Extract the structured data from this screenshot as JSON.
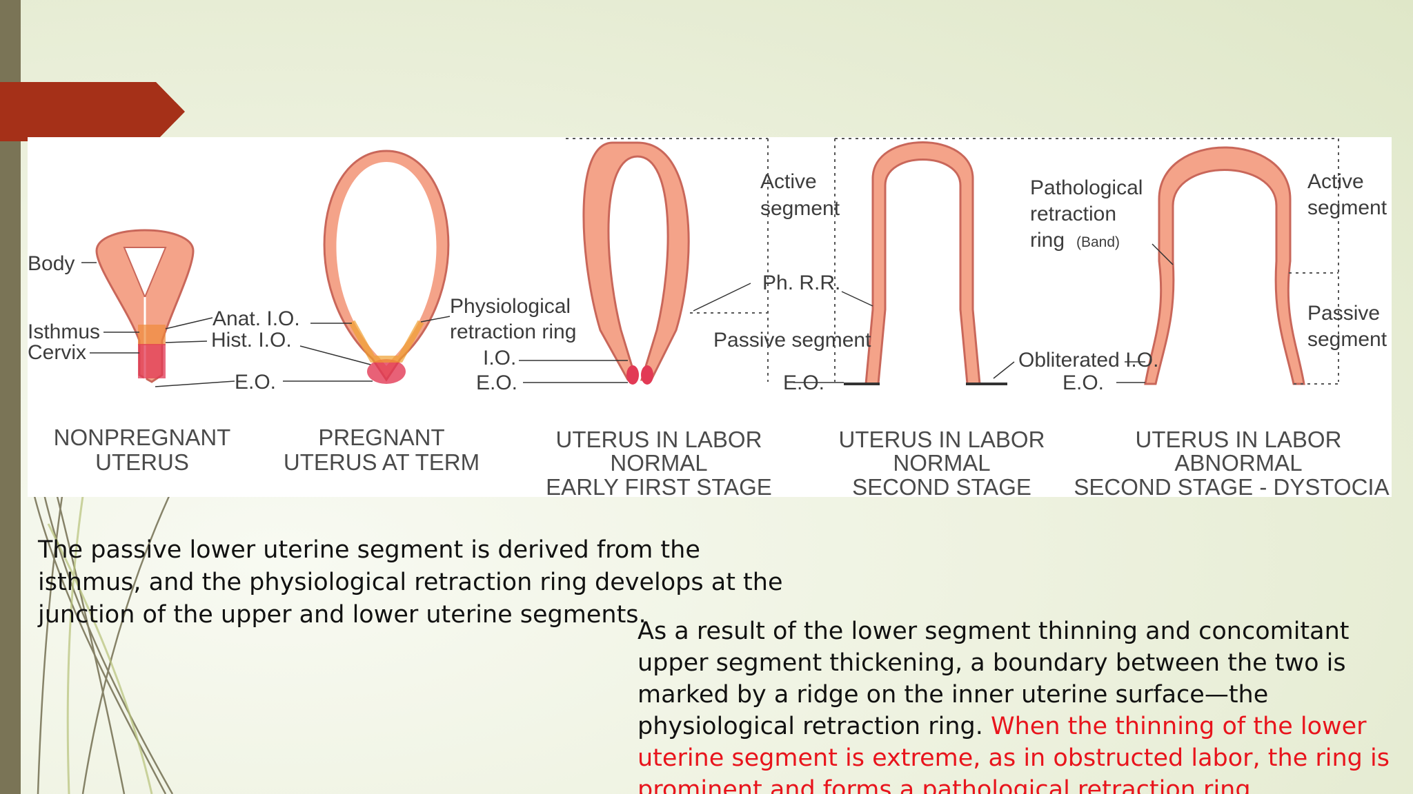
{
  "slide": {
    "colors": {
      "left_bar": "#7a7456",
      "accent": "#a53018",
      "highlight_text": "#e8141c"
    }
  },
  "figure": {
    "labels": {
      "body": "Body",
      "isthmus": "Isthmus",
      "cervix": "Cervix",
      "anat_io": "Anat. I.O.",
      "hist_io": "Hist. I.O.",
      "eo_1": "E.O.",
      "physiological_1": "Physiological",
      "physiological_2": "retraction ring",
      "io": "I.O.",
      "eo_2": "E.O.",
      "active_1a": "Active",
      "active_1b": "segment",
      "ph_rr": "Ph. R.R.",
      "passive_1": "Passive segment",
      "eo_3": "E.O.",
      "path_1": "Pathological",
      "path_2": "retraction",
      "path_3": "ring",
      "path_band": "(Band)",
      "obliterated": "Obliterated I.O.",
      "eo_4": "E.O.",
      "active_2a": "Active",
      "active_2b": "segment",
      "passive_2a": "Passive",
      "passive_2b": "segment"
    },
    "captions": [
      [
        "NONPREGNANT",
        "UTERUS"
      ],
      [
        "PREGNANT",
        "UTERUS AT TERM"
      ],
      [
        "UTERUS IN LABOR",
        "NORMAL",
        "EARLY FIRST STAGE"
      ],
      [
        "UTERUS IN LABOR",
        "NORMAL",
        "SECOND STAGE"
      ],
      [
        "UTERUS IN LABOR",
        "ABNORMAL",
        "SECOND STAGE - DYSTOCIA"
      ]
    ]
  },
  "text1": "The passive lower uterine segment is derived from the isthmus, and the physiological retraction ring develops at the junction of the upper and lower uterine segments.",
  "text2": {
    "normal": "As a result of the lower segment thinning and concomitant upper segment thickening, a boundary between the two is marked by a ridge on the inner uterine surface—the physiological retraction ring.",
    "highlight": "When the thinning of the lower uterine segment is extreme, as in obstructed labor, the ring is prominent and forms a pathological retraction ring."
  }
}
